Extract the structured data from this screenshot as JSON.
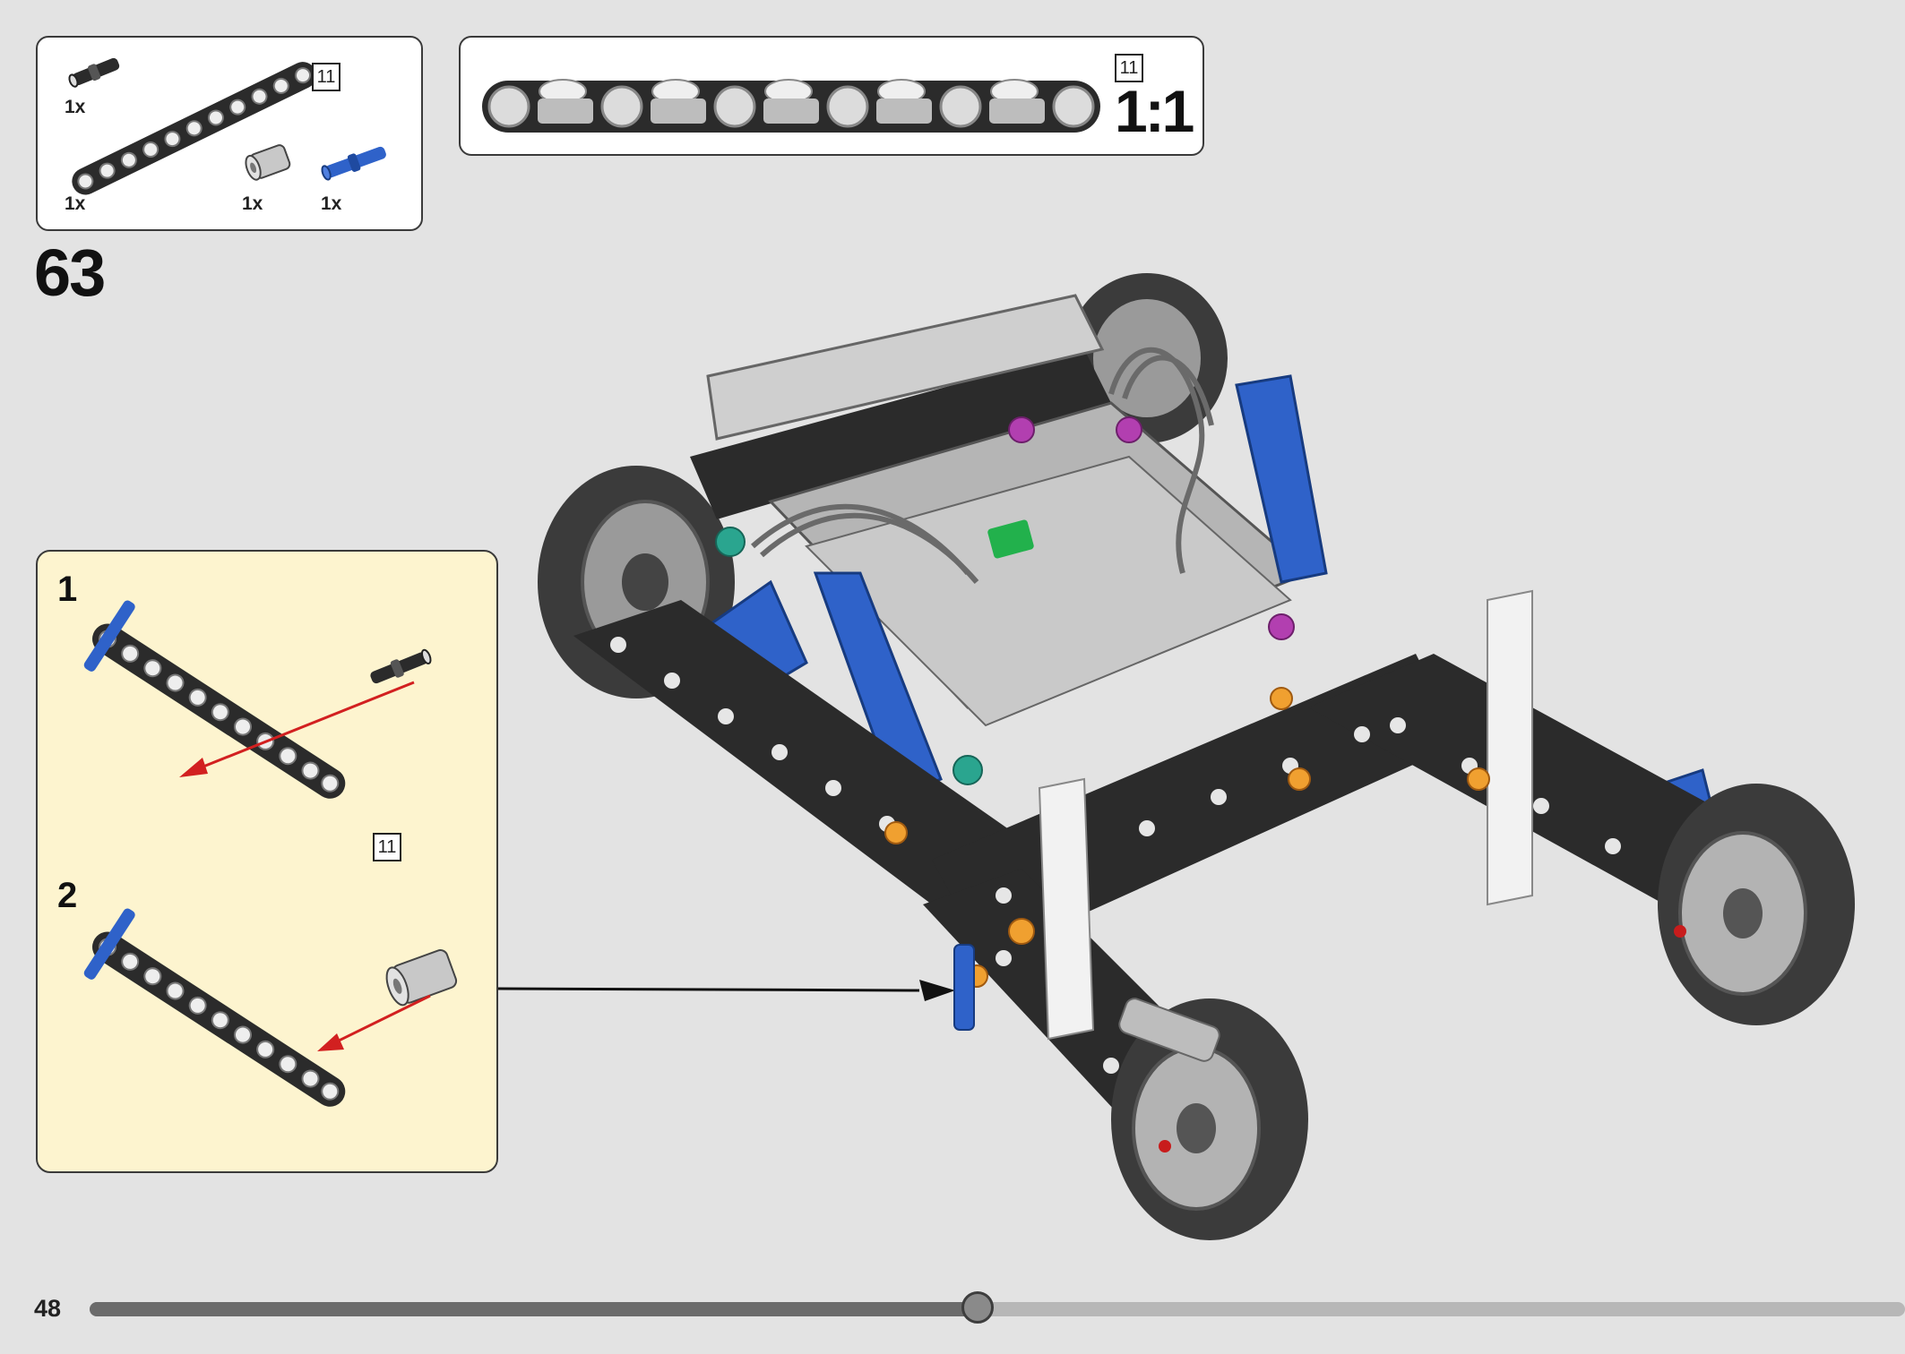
{
  "parts_list": {
    "items": [
      {
        "qty": "1x",
        "part": "friction-pin-2l"
      },
      {
        "qty": "1x",
        "part": "beam-11l"
      },
      {
        "qty": "1x",
        "part": "bush-gray"
      },
      {
        "qty": "1x",
        "part": "axle-pin-blue"
      }
    ],
    "beam_length": "11"
  },
  "scale_callout": {
    "beam_length": "11",
    "scale": "1:1"
  },
  "step": {
    "number": "63"
  },
  "sub_steps": [
    {
      "number": "1",
      "beam_length": "11"
    },
    {
      "number": "2"
    }
  ],
  "footer": {
    "page_number": "48",
    "progress": 0.489
  },
  "colors": {
    "background": "#e3e3e3",
    "panel": "#ffffff",
    "sub_panel": "#fdf4cf",
    "beam": "#2b2b2b",
    "blue": "#2f62c9",
    "arrow_red": "#d22020",
    "progress": "#6b6b6b"
  }
}
